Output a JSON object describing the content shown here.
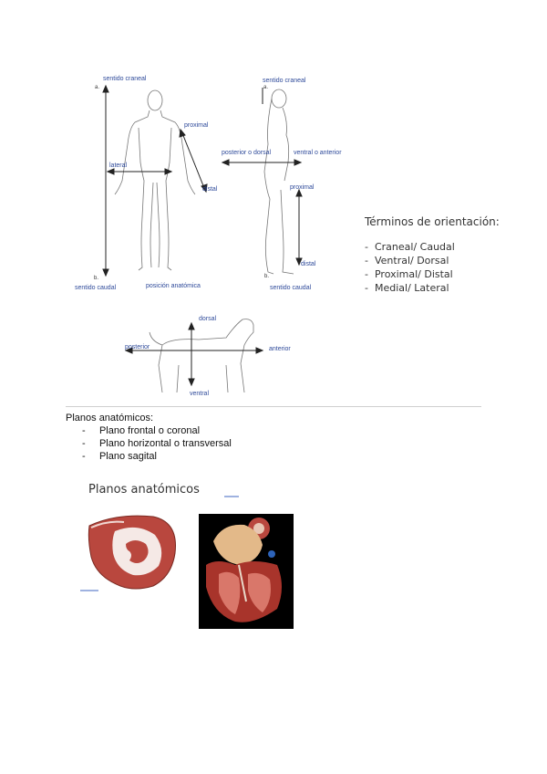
{
  "figure_top": {
    "human_front": {
      "label_a": "a.",
      "label_top": "sentido craneal",
      "label_proximal": "proximal",
      "label_lateral": "lateral",
      "label_distal": "distal",
      "label_b": "b.",
      "label_bottom": "sentido caudal",
      "label_position": "posición anatómica"
    },
    "human_side": {
      "label_a": "a.",
      "label_top": "sentido craneal",
      "label_posterior": "posterior o dorsal",
      "label_ventral": "ventral o anterior",
      "label_proximal": "proximal",
      "label_distal": "distal",
      "label_b": "b.",
      "label_bottom": "sentido caudal"
    },
    "dog": {
      "label_dorsal": "dorsal",
      "label_posterior": "posterior",
      "label_anterior": "anterior",
      "label_ventral": "ventral"
    }
  },
  "terms": {
    "title": "Términos de orientación:",
    "items": [
      "Craneal/ Caudal",
      "Ventral/ Dorsal",
      "Proximal/ Distal",
      "Medial/ Lateral"
    ]
  },
  "planes": {
    "heading": "Planos anatómicos:",
    "items": [
      "Plano frontal o coronal",
      "Plano horizontal o transversal",
      "Plano sagital"
    ]
  },
  "planes_image": {
    "title": "Planos anatómicos"
  }
}
